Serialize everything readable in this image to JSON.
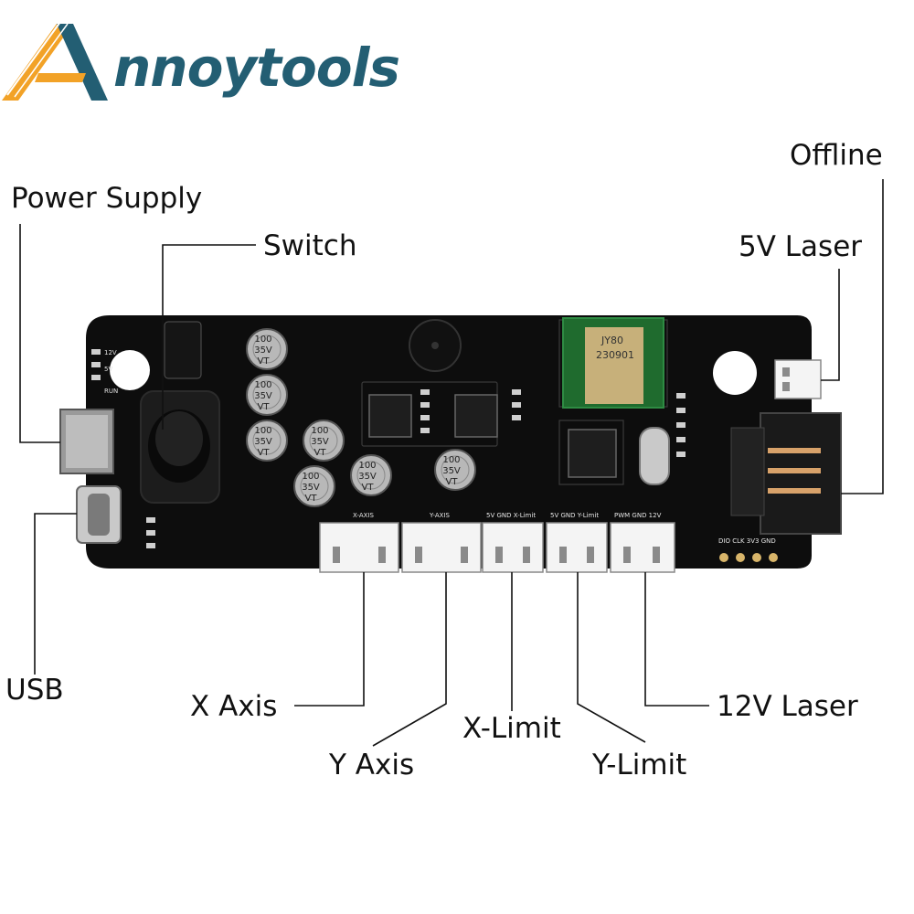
{
  "brand": {
    "name": "Annoytools",
    "word": "nnoytools",
    "colors": {
      "orange": "#f2a227",
      "teal": "#235e73"
    }
  },
  "labels": {
    "power_supply": "Power Supply",
    "switch": "Switch",
    "offline": "Offline",
    "laser_5v": "5V Laser",
    "usb": "USB",
    "x_axis": "X Axis",
    "y_axis": "Y Axis",
    "x_limit": "X-Limit",
    "y_limit": "Y-Limit",
    "laser_12v": "12V Laser"
  },
  "board": {
    "color": "#0d0d0d",
    "silkscreen": {
      "x_axis": "X-AXIS",
      "y_axis": "Y-AXIS",
      "x_limit": "5V GND X-Limit",
      "y_limit": "5V GND Y-Limit",
      "laser_12v": "PWM GND 12V",
      "header": "DIO CLK 3V3 GND",
      "led_12v": "12V",
      "led_run": "RUN",
      "led_5v": "5V"
    },
    "capacitor_text": [
      "100",
      "35V",
      "VT"
    ],
    "wifi_module": [
      "JY80",
      "230901"
    ]
  }
}
